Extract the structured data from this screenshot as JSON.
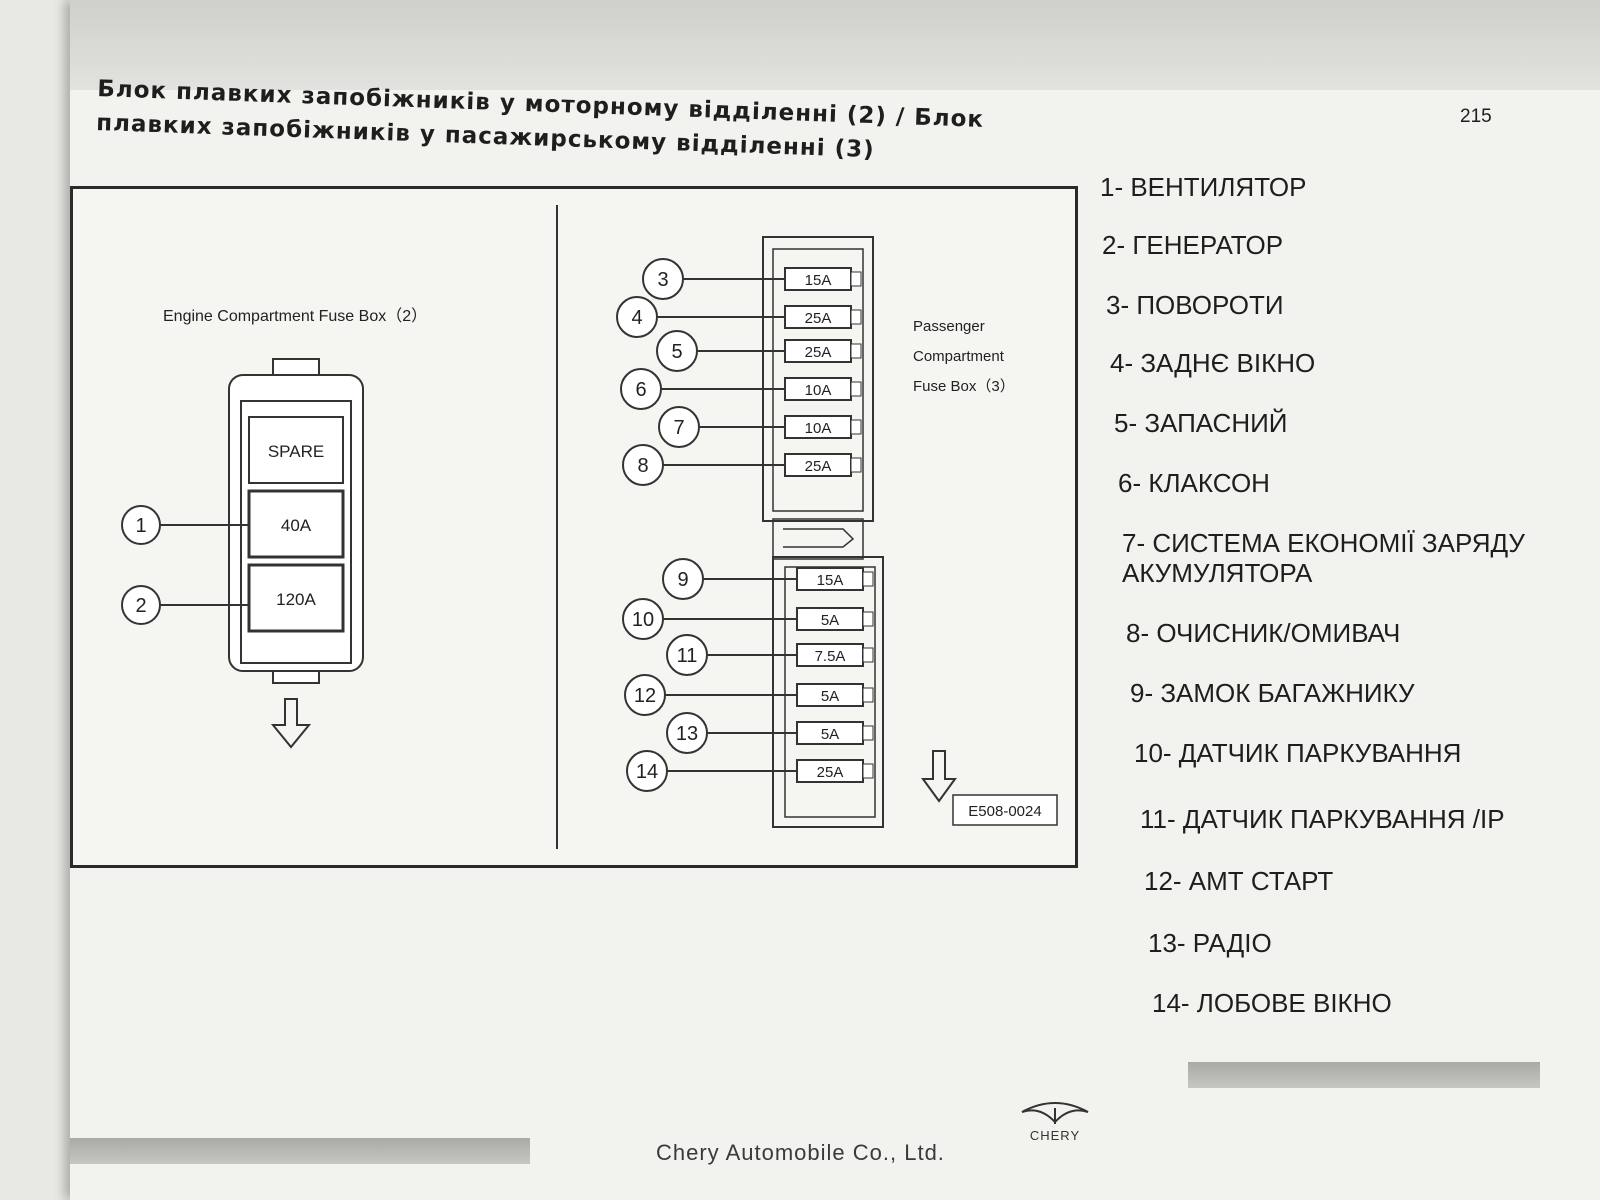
{
  "document": {
    "title": "Блок плавких запобіжників у моторному відділенні (2) / Блок плавких запобіжників у пасажирському відділенні (3)",
    "page_number": "215"
  },
  "diagram": {
    "engine_box": {
      "label": "Engine Compartment Fuse Box（2）",
      "slots": [
        {
          "label": "SPARE"
        },
        {
          "number": "1",
          "rating": "40A"
        },
        {
          "number": "2",
          "rating": "120A"
        }
      ]
    },
    "passenger_box": {
      "label_lines": [
        "Passenger",
        "Compartment",
        "Fuse Box（3）"
      ],
      "fuses": [
        {
          "number": "3",
          "rating": "15A"
        },
        {
          "number": "4",
          "rating": "25A"
        },
        {
          "number": "5",
          "rating": "25A"
        },
        {
          "number": "6",
          "rating": "10A"
        },
        {
          "number": "7",
          "rating": "10A"
        },
        {
          "number": "8",
          "rating": "25A"
        },
        {
          "number": "9",
          "rating": "15A"
        },
        {
          "number": "10",
          "rating": "5A"
        },
        {
          "number": "11",
          "rating": "7.5A"
        },
        {
          "number": "12",
          "rating": "5A"
        },
        {
          "number": "13",
          "rating": "5A"
        },
        {
          "number": "14",
          "rating": "25A"
        }
      ]
    },
    "figure_code": "E508-0024"
  },
  "legend": [
    "1- ВЕНТИЛЯТОР",
    "2- ГЕНЕРАТОР",
    "3- ПОВОРОТИ",
    "4- ЗАДНЄ ВІКНО",
    "5- ЗАПАСНИЙ",
    "6- КЛАКСОН",
    "7- СИСТЕМА ЕКОНОМІЇ ЗАРЯДУ АКУМУЛЯТОРА",
    "8- ОЧИСНИК/ОМИВАЧ",
    "9- ЗАМОК БАГАЖНИКУ",
    "10- ДАТЧИК ПАРКУВАННЯ",
    "11- ДАТЧИК ПАРКУВАННЯ /ІР",
    "12- АМТ СТАРТ",
    "13- РАДІО",
    "14- ЛОБОВЕ ВІКНО"
  ],
  "footer": {
    "company": "Chery Automobile Co., Ltd.",
    "logo_text": "CHERY"
  }
}
